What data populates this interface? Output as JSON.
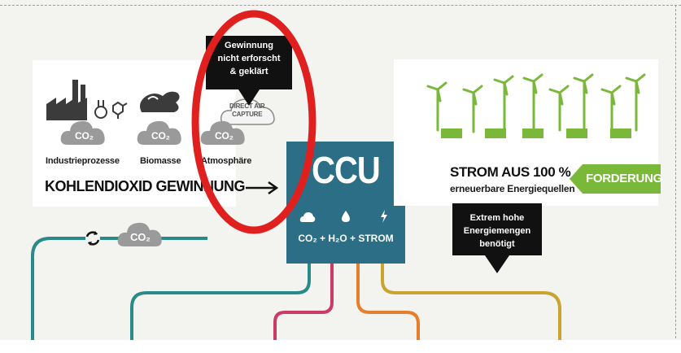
{
  "sources": {
    "industry": "Industrieprozesse",
    "biomass": "Biomasse",
    "atmosphere": "Atmosphäre",
    "co2_cloud": "CO₂"
  },
  "kohlendioxid_label": "KOHLENDIOXID GEWINNUNG",
  "callout_left": {
    "line1": "Gewinnung",
    "line2": "nicht erforscht",
    "line3": "& geklärt"
  },
  "direct_air_capture": {
    "line1": "DIRECT AIR",
    "line2": "CAPTURE"
  },
  "ccu": {
    "title": "CCU",
    "formula": "CO₂ + H₂O + STROM"
  },
  "strom": {
    "main": "STROM AUS 100 %",
    "sub": "erneuerbare Energiequellen"
  },
  "forderung": "FORDERUNG",
  "callout_right": {
    "line1": "Extrem hohe",
    "line2": "Energiemengen",
    "line3": "benötigt"
  },
  "recycle_cloud": "CO₂",
  "colors": {
    "teal_box": "#2b6e86",
    "green": "#7ab83a",
    "red_highlight": "#e0201f",
    "cloud_grey": "#9a9a9a",
    "line_teal": "#2a8a8a",
    "line_pink": "#cc3a67",
    "line_orange": "#e57f2b",
    "line_olive": "#c9a52f"
  },
  "annotation": "red-ellipse-highlight"
}
